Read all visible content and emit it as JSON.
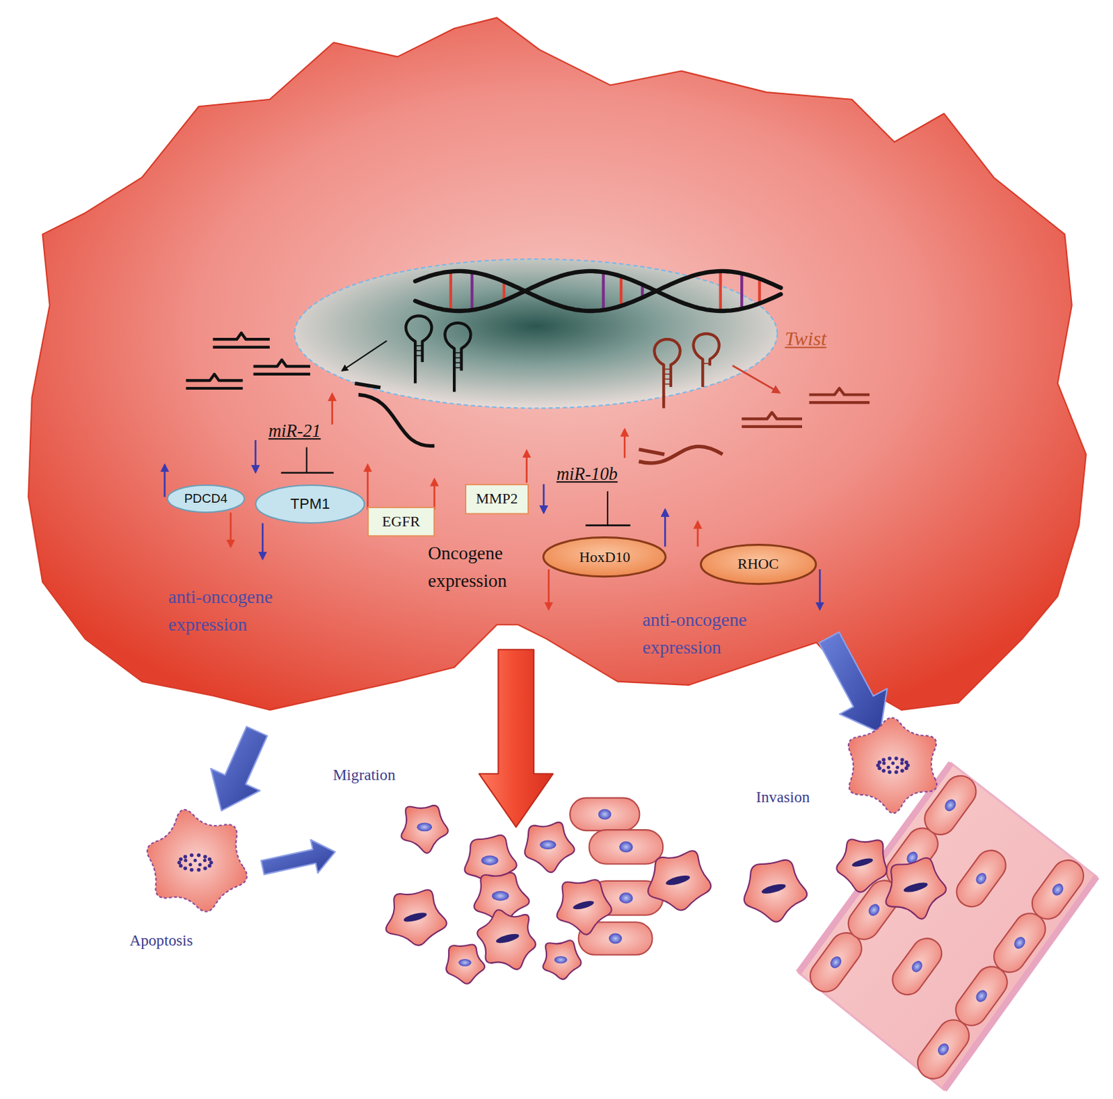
{
  "diagram": {
    "nodes": [
      {
        "text": [
          "PDCD4"
        ]
      },
      {
        "text": [
          "TPM1"
        ]
      },
      {
        "text": [
          "EGFR"
        ]
      },
      {
        "text": [
          "MMP2"
        ]
      },
      {
        "text": [
          "HoxD10"
        ]
      },
      {
        "text": [
          "RHOC"
        ]
      }
    ],
    "labels": [
      "Twist",
      "miR-21",
      "miR-10b",
      "Oncogene expression",
      "anti-oncogene expression",
      "anti-oncogene expression",
      "Migration",
      "Apoptosis",
      "Invasion"
    ]
  }
}
